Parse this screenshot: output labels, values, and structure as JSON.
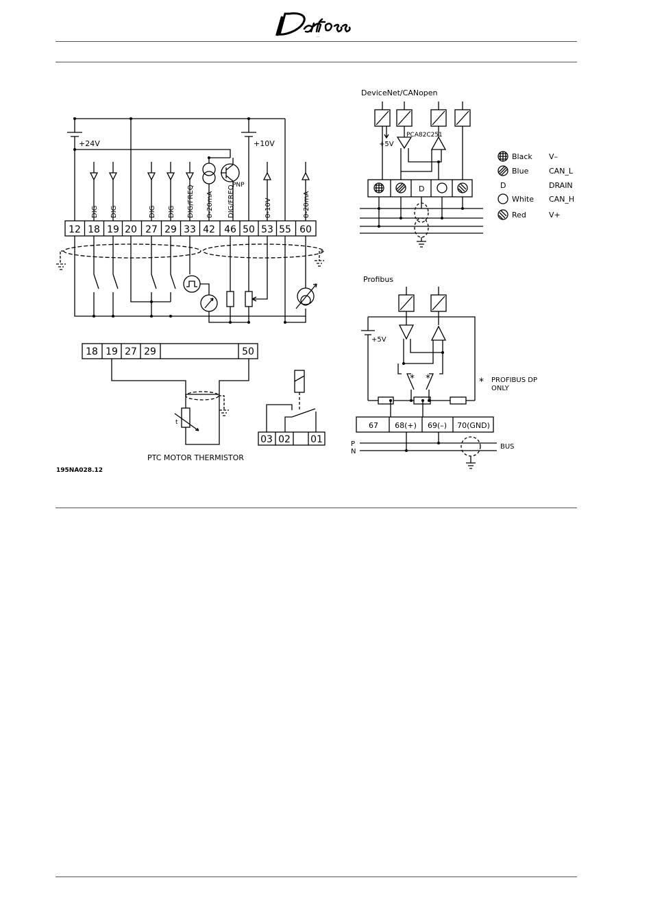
{
  "brand": "Danfoss",
  "main_terminals": [
    "12",
    "18",
    "19",
    "20",
    "27",
    "29",
    "33",
    "42",
    "46",
    "50",
    "53",
    "55",
    "60"
  ],
  "vertical_labels": [
    "DIG",
    "DIG",
    "DIG",
    "DIG",
    "DIG/FREQ",
    "0-20mA",
    "DIG/FREQ",
    "0-10V",
    "0-20mA"
  ],
  "supply": {
    "v24": "+24V",
    "v10": "+10V",
    "pnp": "PNP"
  },
  "ptc_terminals": [
    "18",
    "19",
    "27",
    "29",
    "",
    "50"
  ],
  "ptc_label": "PTC MOTOR THERMISTOR",
  "relay_terminals": [
    "03",
    "02",
    "",
    "01"
  ],
  "drawing_no": "195NA028.12",
  "devicenet": {
    "title": "DeviceNet/CANopen",
    "v5": "+5V",
    "chip": "PCA82C251",
    "drain_mark": "D",
    "legend": [
      {
        "symbol": "black",
        "name": "Black",
        "signal": "V–"
      },
      {
        "symbol": "blue",
        "name": "Blue",
        "signal": "CAN_L"
      },
      {
        "symbol": "D",
        "name": "",
        "signal": "DRAIN"
      },
      {
        "symbol": "white",
        "name": "White",
        "signal": "CAN_H"
      },
      {
        "symbol": "red",
        "name": "Red",
        "signal": "V+"
      }
    ]
  },
  "profibus": {
    "title": "Profibus",
    "v5": "+5V",
    "star": "*",
    "note_line1": "PROFIBUS DP",
    "note_line2": "ONLY",
    "terminals": [
      "67",
      "68(+)",
      "69(–)",
      "70(GND)"
    ],
    "p_label": "P",
    "n_label": "N",
    "bus_label": "BUS"
  }
}
